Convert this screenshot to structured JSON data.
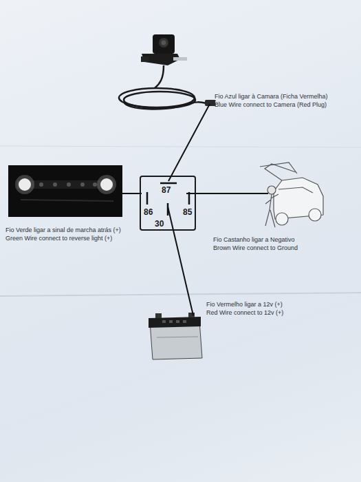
{
  "diagram": {
    "nodes": [
      {
        "text": [
          "87",
          "86",
          "85",
          "30"
        ]
      }
    ],
    "labels": [
      "Fio Azul ligar à Camara (Ficha Vermelha)",
      "Blue Wire connect to Camera (Red Plug)",
      "Fio Verde ligar a sinal de marcha atrás (+)",
      "Green Wire connect to reverse light (+)",
      "Fio Castanho ligar a Negativo",
      "Brown Wire connect to Ground",
      "Fio Vermelho ligar a 12v (+)",
      "Red Wire connect to 12v (+)"
    ]
  }
}
